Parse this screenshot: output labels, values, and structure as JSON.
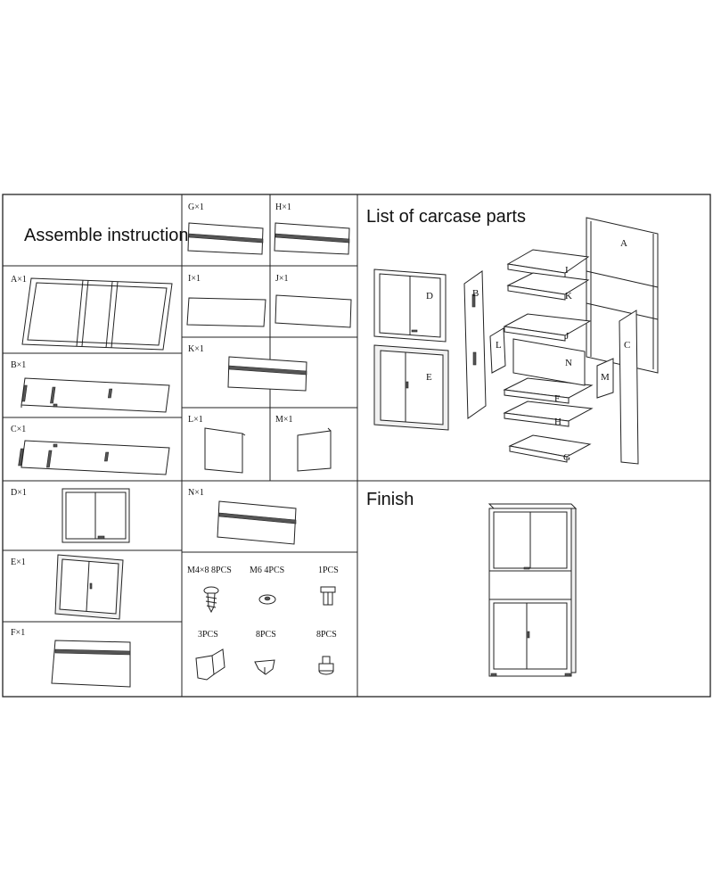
{
  "sections": {
    "assemble_title": "Assemble instruction",
    "carcase_title": "List of carcase parts",
    "finish_title": "Finish"
  },
  "parts": {
    "A": "A×1",
    "B": "B×1",
    "C": "C×1",
    "D": "D×1",
    "E": "E×1",
    "F": "F×1",
    "G": "G×1",
    "H": "H×1",
    "I": "I×1",
    "J": "J×1",
    "K": "K×1",
    "L": "L×1",
    "M": "M×1",
    "N": "N×1"
  },
  "hardware": [
    {
      "label": "M4×8 8PCS",
      "icon": "screw-icon"
    },
    {
      "label": "M6 4PCS",
      "icon": "washer-icon"
    },
    {
      "label": "1PCS",
      "icon": "lock-cylinder-icon"
    },
    {
      "label": "3PCS",
      "icon": "shelf-bracket-icon"
    },
    {
      "label": "8PCS",
      "icon": "shelf-clip-icon"
    },
    {
      "label": "8PCS",
      "icon": "foot-pad-icon"
    }
  ],
  "exploded_labels": [
    "A",
    "B",
    "C",
    "D",
    "E",
    "F",
    "G",
    "H",
    "I",
    "J",
    "K",
    "L",
    "M",
    "N"
  ]
}
